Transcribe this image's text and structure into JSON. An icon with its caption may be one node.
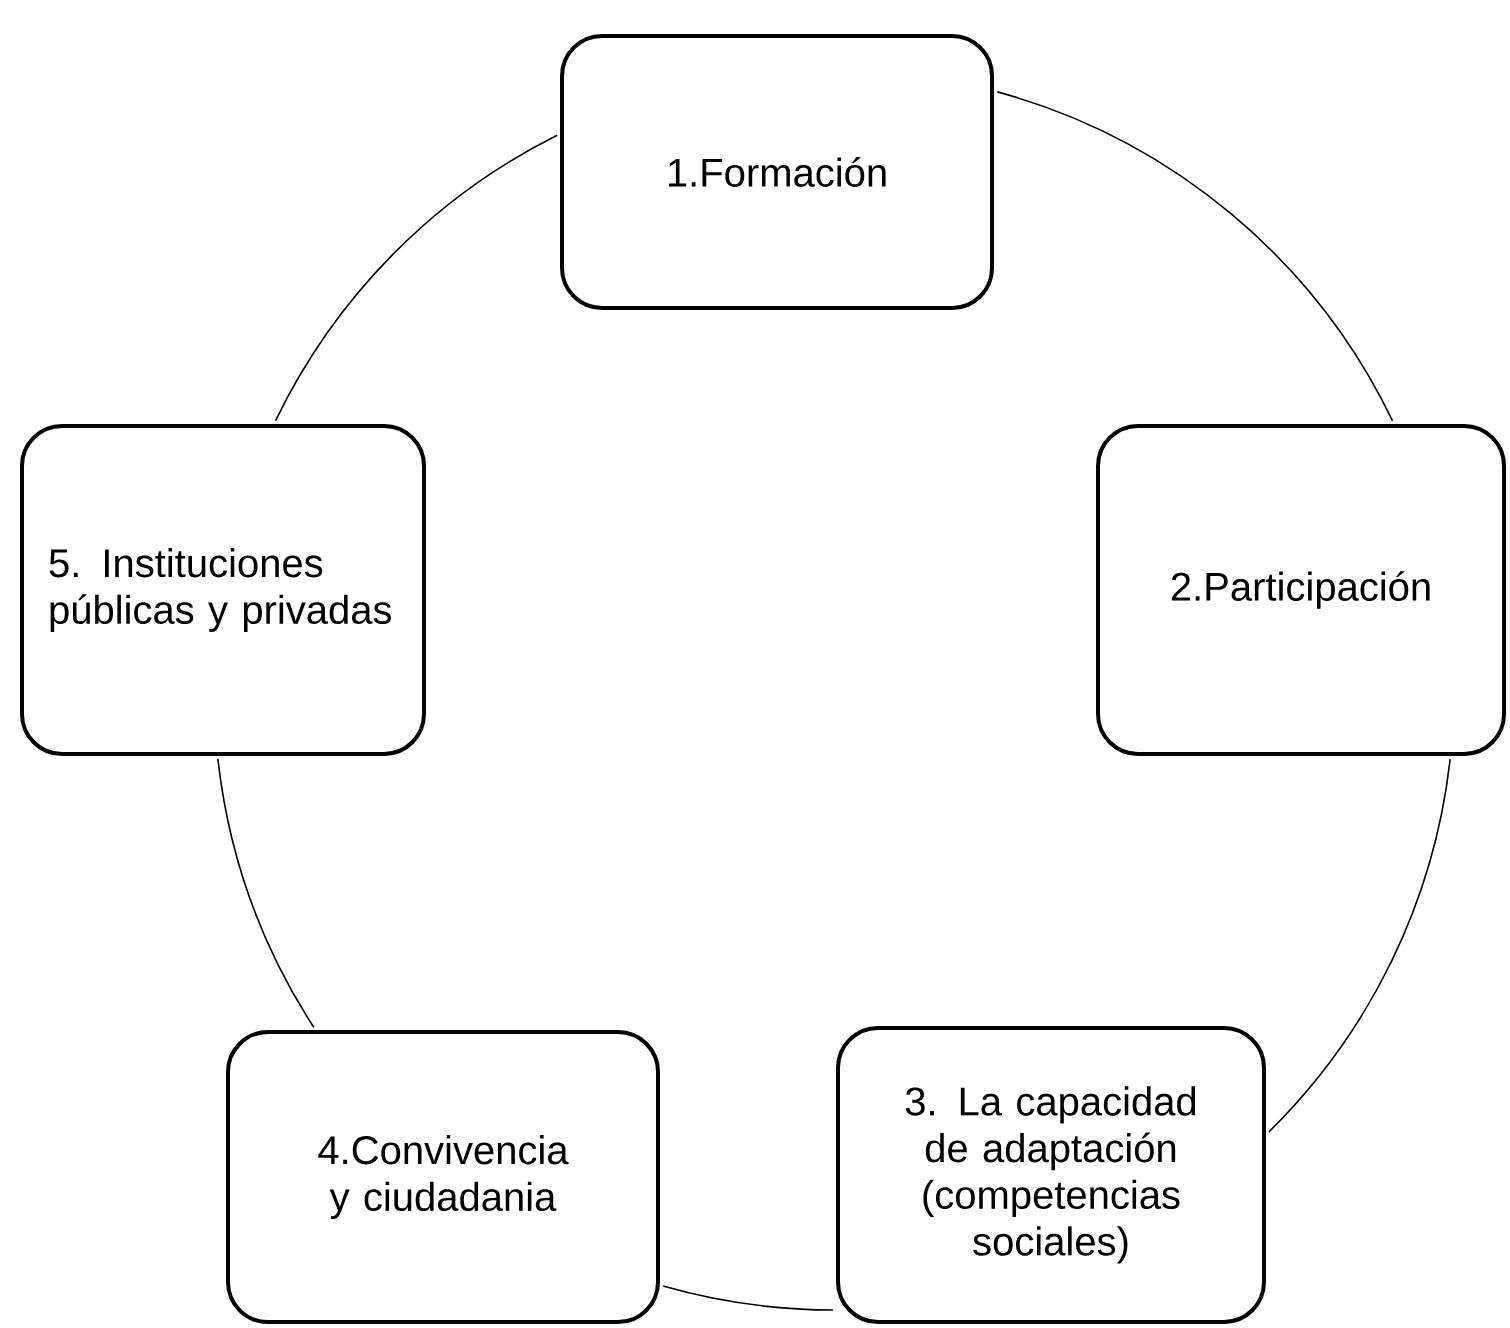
{
  "diagram": {
    "nodes": [
      {
        "text": [
          "1.Formación"
        ]
      },
      {
        "text": [
          "2.Participación"
        ]
      },
      {
        "text": [
          "3. La capacidad de adaptación (competencias sociales)"
        ]
      },
      {
        "text": [
          "4.Convivencia y ciudadania"
        ]
      },
      {
        "text": [
          "5. Instituciones públicas y privadas"
        ]
      }
    ],
    "edges": [
      {
        "from": 0,
        "to": 1,
        "arrow": "none"
      },
      {
        "from": 1,
        "to": 2,
        "arrow": "none"
      },
      {
        "from": 2,
        "to": 3,
        "arrow": "none"
      },
      {
        "from": 3,
        "to": 4,
        "arrow": "none"
      },
      {
        "from": 4,
        "to": 0,
        "arrow": "none"
      }
    ]
  }
}
